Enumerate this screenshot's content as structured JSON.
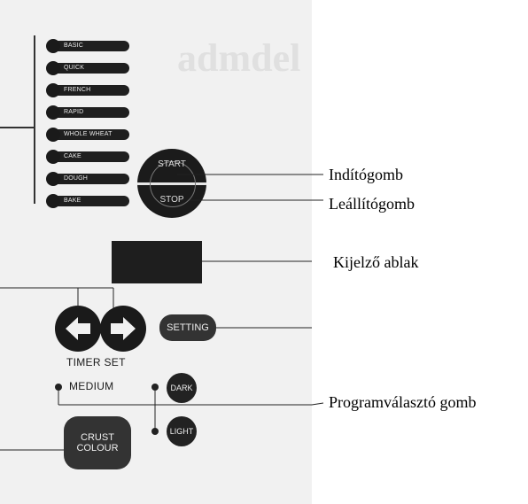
{
  "panel": {
    "ghost_heading": "admdel",
    "programs": [
      "BASIC",
      "QUICK",
      "FRENCH",
      "RAPID",
      "WHOLE WHEAT",
      "CAKE",
      "DOUGH",
      "BAKE"
    ],
    "start_label": "START",
    "stop_label": "STOP",
    "setting_label": "SETTING",
    "timer_set_label": "TIMER SET",
    "medium_label": "MEDIUM",
    "dark_label": "DARK",
    "light_label": "LIGHT",
    "crust_label_line1": "CRUST",
    "crust_label_line2": "COLOUR"
  },
  "callouts": {
    "start": "Indítógomb",
    "stop": "Leállítógomb",
    "display": "Kijelző ablak",
    "program": "Programválasztó gomb"
  }
}
